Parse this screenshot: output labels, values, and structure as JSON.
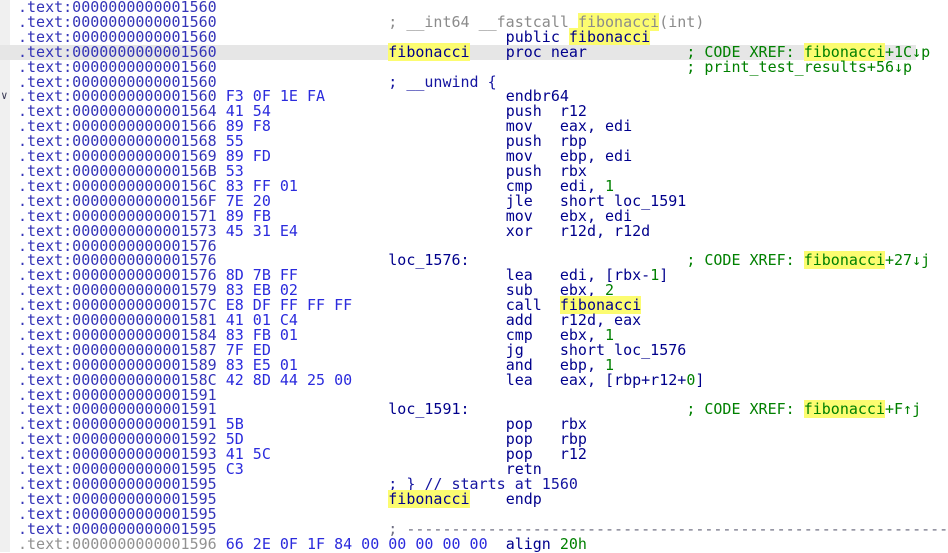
{
  "view": "disassembly-listing",
  "colors": {
    "background": "#ffffff",
    "margin_strip": "#f0f0f0",
    "current_line_bg": "#e6e6e6",
    "address_in_function": "#3434b8",
    "address_outside": "#919191",
    "bytes": "#2b2bdd",
    "code": "#00008c",
    "number": "#008000",
    "comment_green": "#008000",
    "comment_gray": "#8b8b8b",
    "comment_blue": "#1414a0",
    "separator": "#6e6e82",
    "identifier_highlight": "#fcfc70"
  },
  "icons": {
    "collapse_arrow": "∨"
  },
  "columns": {
    "bytes": 23,
    "label": 41,
    "mnemonic": 54,
    "operand": 60,
    "comment": 74
  },
  "rows": [
    {
      "prefix": ".text:0000000000001560"
    },
    {
      "prefix": ".text:0000000000001560",
      "segs": [
        {
          "col": 41,
          "parts": [
            [
              "; __int64 __fastcall ",
              "gc"
            ],
            [
              "fibonacci",
              "gc hl"
            ],
            [
              "(int)",
              "gc"
            ]
          ]
        }
      ]
    },
    {
      "prefix": ".text:0000000000001560",
      "segs": [
        {
          "col": 54,
          "parts": [
            [
              "public ",
              "c"
            ],
            [
              "fibonacci",
              "c hl"
            ]
          ]
        }
      ]
    },
    {
      "prefix": ".text:0000000000001560",
      "cur": true,
      "segs": [
        {
          "col": 41,
          "parts": [
            [
              "fibonacci",
              "c hl"
            ]
          ]
        },
        {
          "col": 54,
          "parts": [
            [
              "proc near",
              "c"
            ]
          ]
        },
        {
          "col": 74,
          "parts": [
            [
              "; CODE XREF: ",
              "g"
            ],
            [
              "fibonacci",
              "g hl"
            ],
            [
              "+1C↓p",
              "g"
            ]
          ]
        }
      ]
    },
    {
      "prefix": ".text:0000000000001560",
      "segs": [
        {
          "col": 74,
          "parts": [
            [
              "; print_test_results+56↓p",
              "g"
            ]
          ]
        }
      ]
    },
    {
      "prefix": ".text:0000000000001560",
      "segs": [
        {
          "col": 41,
          "parts": [
            [
              "; __unwind {",
              "bc"
            ]
          ]
        }
      ]
    },
    {
      "prefix": ".text:0000000000001560",
      "arrow": true,
      "bytes": "F3 0F 1E FA",
      "segs": [
        {
          "col": 54,
          "parts": [
            [
              "endbr64",
              "c"
            ]
          ]
        }
      ]
    },
    {
      "prefix": ".text:0000000000001564",
      "bytes": "41 54",
      "segs": [
        {
          "col": 54,
          "parts": [
            [
              "push",
              "c"
            ]
          ]
        },
        {
          "col": 60,
          "parts": [
            [
              "r12",
              "c"
            ]
          ]
        }
      ]
    },
    {
      "prefix": ".text:0000000000001566",
      "bytes": "89 F8",
      "segs": [
        {
          "col": 54,
          "parts": [
            [
              "mov",
              "c"
            ]
          ]
        },
        {
          "col": 60,
          "parts": [
            [
              "eax, edi",
              "c"
            ]
          ]
        }
      ]
    },
    {
      "prefix": ".text:0000000000001568",
      "bytes": "55",
      "segs": [
        {
          "col": 54,
          "parts": [
            [
              "push",
              "c"
            ]
          ]
        },
        {
          "col": 60,
          "parts": [
            [
              "rbp",
              "c"
            ]
          ]
        }
      ]
    },
    {
      "prefix": ".text:0000000000001569",
      "bytes": "89 FD",
      "segs": [
        {
          "col": 54,
          "parts": [
            [
              "mov",
              "c"
            ]
          ]
        },
        {
          "col": 60,
          "parts": [
            [
              "ebp, edi",
              "c"
            ]
          ]
        }
      ]
    },
    {
      "prefix": ".text:000000000000156B",
      "bytes": "53",
      "segs": [
        {
          "col": 54,
          "parts": [
            [
              "push",
              "c"
            ]
          ]
        },
        {
          "col": 60,
          "parts": [
            [
              "rbx",
              "c"
            ]
          ]
        }
      ]
    },
    {
      "prefix": ".text:000000000000156C",
      "bytes": "83 FF 01",
      "segs": [
        {
          "col": 54,
          "parts": [
            [
              "cmp",
              "c"
            ]
          ]
        },
        {
          "col": 60,
          "parts": [
            [
              "edi, ",
              "c"
            ],
            [
              "1",
              "n"
            ]
          ]
        }
      ]
    },
    {
      "prefix": ".text:000000000000156F",
      "bytes": "7E 20",
      "segs": [
        {
          "col": 54,
          "parts": [
            [
              "jle",
              "c"
            ]
          ]
        },
        {
          "col": 60,
          "parts": [
            [
              "short loc_1591",
              "c"
            ]
          ]
        }
      ]
    },
    {
      "prefix": ".text:0000000000001571",
      "bytes": "89 FB",
      "segs": [
        {
          "col": 54,
          "parts": [
            [
              "mov",
              "c"
            ]
          ]
        },
        {
          "col": 60,
          "parts": [
            [
              "ebx, edi",
              "c"
            ]
          ]
        }
      ]
    },
    {
      "prefix": ".text:0000000000001573",
      "bytes": "45 31 E4",
      "segs": [
        {
          "col": 54,
          "parts": [
            [
              "xor",
              "c"
            ]
          ]
        },
        {
          "col": 60,
          "parts": [
            [
              "r12d, r12d",
              "c"
            ]
          ]
        }
      ]
    },
    {
      "prefix": ".text:0000000000001576"
    },
    {
      "prefix": ".text:0000000000001576",
      "segs": [
        {
          "col": 41,
          "parts": [
            [
              "loc_1576:",
              "c"
            ]
          ]
        },
        {
          "col": 74,
          "parts": [
            [
              "; CODE XREF: ",
              "g"
            ],
            [
              "fibonacci",
              "g hl"
            ],
            [
              "+27↓j",
              "g"
            ]
          ]
        }
      ]
    },
    {
      "prefix": ".text:0000000000001576",
      "bytes": "8D 7B FF",
      "segs": [
        {
          "col": 54,
          "parts": [
            [
              "lea",
              "c"
            ]
          ]
        },
        {
          "col": 60,
          "parts": [
            [
              "edi, [rbx-",
              "c"
            ],
            [
              "1",
              "n"
            ],
            [
              "]",
              "c"
            ]
          ]
        }
      ]
    },
    {
      "prefix": ".text:0000000000001579",
      "bytes": "83 EB 02",
      "segs": [
        {
          "col": 54,
          "parts": [
            [
              "sub",
              "c"
            ]
          ]
        },
        {
          "col": 60,
          "parts": [
            [
              "ebx, ",
              "c"
            ],
            [
              "2",
              "n"
            ]
          ]
        }
      ]
    },
    {
      "prefix": ".text:000000000000157C",
      "bytes": "E8 DF FF FF FF",
      "segs": [
        {
          "col": 54,
          "parts": [
            [
              "call",
              "c"
            ]
          ]
        },
        {
          "col": 60,
          "parts": [
            [
              "fibonacci",
              "c hl"
            ]
          ]
        }
      ]
    },
    {
      "prefix": ".text:0000000000001581",
      "bytes": "41 01 C4",
      "segs": [
        {
          "col": 54,
          "parts": [
            [
              "add",
              "c"
            ]
          ]
        },
        {
          "col": 60,
          "parts": [
            [
              "r12d, eax",
              "c"
            ]
          ]
        }
      ]
    },
    {
      "prefix": ".text:0000000000001584",
      "bytes": "83 FB 01",
      "segs": [
        {
          "col": 54,
          "parts": [
            [
              "cmp",
              "c"
            ]
          ]
        },
        {
          "col": 60,
          "parts": [
            [
              "ebx, ",
              "c"
            ],
            [
              "1",
              "n"
            ]
          ]
        }
      ]
    },
    {
      "prefix": ".text:0000000000001587",
      "bytes": "7F ED",
      "segs": [
        {
          "col": 54,
          "parts": [
            [
              "jg",
              "c"
            ]
          ]
        },
        {
          "col": 60,
          "parts": [
            [
              "short loc_1576",
              "c"
            ]
          ]
        }
      ]
    },
    {
      "prefix": ".text:0000000000001589",
      "bytes": "83 E5 01",
      "segs": [
        {
          "col": 54,
          "parts": [
            [
              "and",
              "c"
            ]
          ]
        },
        {
          "col": 60,
          "parts": [
            [
              "ebp, ",
              "c"
            ],
            [
              "1",
              "n"
            ]
          ]
        }
      ]
    },
    {
      "prefix": ".text:000000000000158C",
      "bytes": "42 8D 44 25 00",
      "segs": [
        {
          "col": 54,
          "parts": [
            [
              "lea",
              "c"
            ]
          ]
        },
        {
          "col": 60,
          "parts": [
            [
              "eax, [rbp+r12+",
              "c"
            ],
            [
              "0",
              "n"
            ],
            [
              "]",
              "c"
            ]
          ]
        }
      ]
    },
    {
      "prefix": ".text:0000000000001591"
    },
    {
      "prefix": ".text:0000000000001591",
      "segs": [
        {
          "col": 41,
          "parts": [
            [
              "loc_1591:",
              "c"
            ]
          ]
        },
        {
          "col": 74,
          "parts": [
            [
              "; CODE XREF: ",
              "g"
            ],
            [
              "fibonacci",
              "g hl"
            ],
            [
              "+F↑j",
              "g"
            ]
          ]
        }
      ]
    },
    {
      "prefix": ".text:0000000000001591",
      "bytes": "5B",
      "segs": [
        {
          "col": 54,
          "parts": [
            [
              "pop",
              "c"
            ]
          ]
        },
        {
          "col": 60,
          "parts": [
            [
              "rbx",
              "c"
            ]
          ]
        }
      ]
    },
    {
      "prefix": ".text:0000000000001592",
      "bytes": "5D",
      "segs": [
        {
          "col": 54,
          "parts": [
            [
              "pop",
              "c"
            ]
          ]
        },
        {
          "col": 60,
          "parts": [
            [
              "rbp",
              "c"
            ]
          ]
        }
      ]
    },
    {
      "prefix": ".text:0000000000001593",
      "bytes": "41 5C",
      "segs": [
        {
          "col": 54,
          "parts": [
            [
              "pop",
              "c"
            ]
          ]
        },
        {
          "col": 60,
          "parts": [
            [
              "r12",
              "c"
            ]
          ]
        }
      ]
    },
    {
      "prefix": ".text:0000000000001595",
      "bytes": "C3",
      "segs": [
        {
          "col": 54,
          "parts": [
            [
              "retn",
              "c"
            ]
          ]
        }
      ]
    },
    {
      "prefix": ".text:0000000000001595",
      "segs": [
        {
          "col": 41,
          "parts": [
            [
              "; } // starts at 1560",
              "bc"
            ]
          ]
        }
      ]
    },
    {
      "prefix": ".text:0000000000001595",
      "segs": [
        {
          "col": 41,
          "parts": [
            [
              "fibonacci",
              "c hl"
            ]
          ]
        },
        {
          "col": 54,
          "parts": [
            [
              "endp",
              "c"
            ]
          ]
        }
      ]
    },
    {
      "prefix": ".text:0000000000001595"
    },
    {
      "prefix": ".text:0000000000001595",
      "segs": [
        {
          "col": 41,
          "parts": [
            [
              "; ------------------------------------------------------------",
              "sep"
            ]
          ]
        }
      ]
    },
    {
      "prefix": ".text:0000000000001596",
      "out": true,
      "bytes": "66 2E 0F 1F 84 00 00 00 00 00",
      "segs": [
        {
          "col": 54,
          "parts": [
            [
              "align",
              "c"
            ]
          ]
        },
        {
          "col": 60,
          "parts": [
            [
              "20h",
              "n"
            ]
          ]
        }
      ]
    }
  ]
}
